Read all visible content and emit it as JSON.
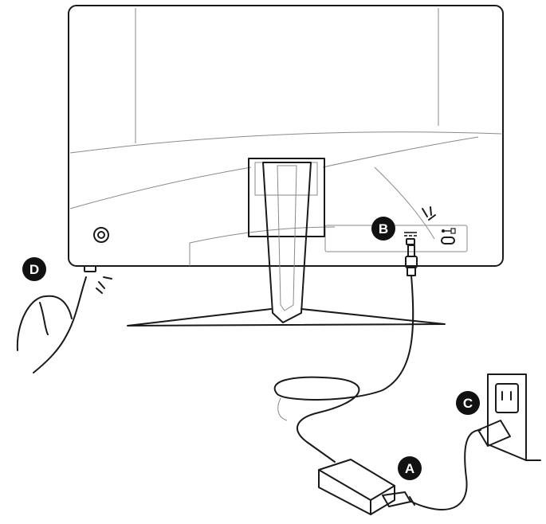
{
  "labels": {
    "a": "A",
    "b": "B",
    "c": "C",
    "d": "D"
  },
  "colors": {
    "ink": "#1a1a1a",
    "detail": "#8a8a8a",
    "badge": "#111111",
    "badge_text": "#ffffff"
  },
  "icons": {
    "dc_in": "dc-power-icon",
    "usb_c": "usb-c-icon",
    "power": "power-button-icon"
  }
}
